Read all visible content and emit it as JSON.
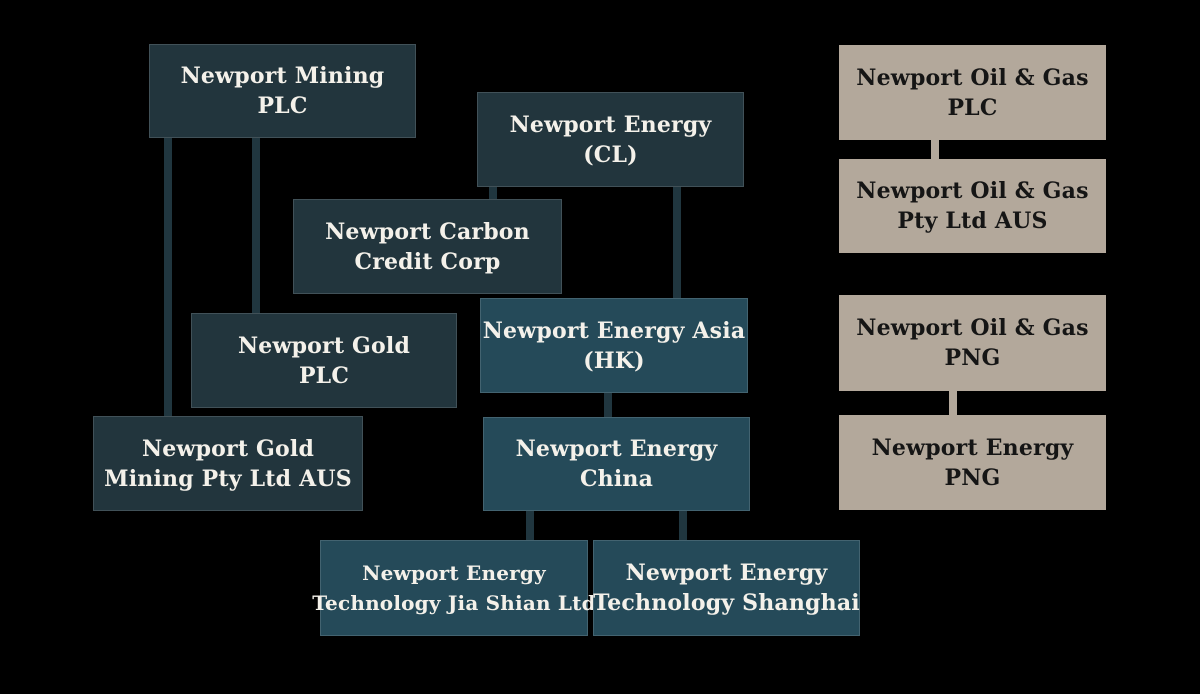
{
  "diagram": {
    "type": "org-chart",
    "background_color": "#000000",
    "colors": {
      "dark_teal_box": "#22353d",
      "light_teal_box": "#254a59",
      "beige_box": "#b3a89b",
      "light_text": "#f4f1ea",
      "dark_text": "#151515",
      "teal_connector": "#20363f",
      "beige_connector": "#b3a89b"
    }
  },
  "nodes": [
    {
      "id": "newport-mining-plc",
      "line1": "Newport Mining",
      "line2": "PLC",
      "group": "mining"
    },
    {
      "id": "newport-energy-cl",
      "line1": "Newport Energy",
      "line2": "(CL)",
      "group": "energy"
    },
    {
      "id": "newport-carbon-credit-corp",
      "line1": "Newport Carbon",
      "line2": "Credit Corp",
      "group": "energy"
    },
    {
      "id": "newport-gold-plc",
      "line1": "Newport Gold",
      "line2": "PLC",
      "group": "mining"
    },
    {
      "id": "newport-energy-asia-hk",
      "line1": "Newport Energy Asia",
      "line2": "(HK)",
      "group": "energy-asia"
    },
    {
      "id": "newport-gold-mining-pty-ltd-aus",
      "line1": "Newport Gold",
      "line2": "Mining Pty Ltd AUS",
      "group": "mining"
    },
    {
      "id": "newport-energy-china",
      "line1": "Newport Energy",
      "line2": "China",
      "group": "energy-asia"
    },
    {
      "id": "newport-energy-technology-jia-shian-ltd",
      "line1": "Newport Energy",
      "line2": "Technology Jia Shian Ltd",
      "group": "energy-asia"
    },
    {
      "id": "newport-energy-technology-shanghai",
      "line1": "Newport Energy",
      "line2": "Technology Shanghai",
      "group": "energy-asia"
    },
    {
      "id": "newport-oil-gas-plc",
      "line1": "Newport Oil & Gas",
      "line2": "PLC",
      "group": "oil-gas"
    },
    {
      "id": "newport-oil-gas-pty-ltd-aus",
      "line1": "Newport Oil & Gas",
      "line2": "Pty Ltd AUS",
      "group": "oil-gas"
    },
    {
      "id": "newport-oil-gas-png",
      "line1": "Newport Oil & Gas",
      "line2": "PNG",
      "group": "oil-gas"
    },
    {
      "id": "newport-energy-png",
      "line1": "Newport Energy",
      "line2": "PNG",
      "group": "oil-gas"
    }
  ],
  "connections": [
    {
      "from": "newport-mining-plc",
      "to": "newport-gold-mining-pty-ltd-aus"
    },
    {
      "from": "newport-mining-plc",
      "to": "newport-gold-plc"
    },
    {
      "from": "newport-energy-cl",
      "to": "newport-carbon-credit-corp"
    },
    {
      "from": "newport-energy-cl",
      "to": "newport-energy-asia-hk"
    },
    {
      "from": "newport-energy-asia-hk",
      "to": "newport-energy-china"
    },
    {
      "from": "newport-energy-china",
      "to": "newport-energy-technology-jia-shian-ltd"
    },
    {
      "from": "newport-energy-china",
      "to": "newport-energy-technology-shanghai"
    },
    {
      "from": "newport-oil-gas-plc",
      "to": "newport-oil-gas-pty-ltd-aus"
    },
    {
      "from": "newport-oil-gas-png",
      "to": "newport-energy-png"
    }
  ]
}
